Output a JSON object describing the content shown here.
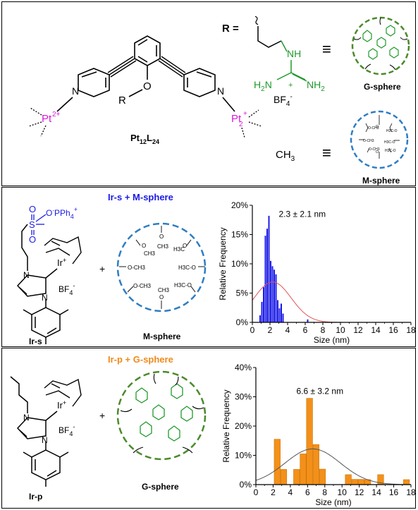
{
  "panel_a": {
    "r_label": "R =",
    "pt_label": "Pt",
    "pt_charge": "2+",
    "pt2_label": "Pt",
    "pt2_sub": "2",
    "pt2_charge": "+",
    "o_label": "O",
    "r_group": "R",
    "n_label": "N",
    "complex_name_main": "Pt",
    "complex_sub1": "12",
    "complex_mid": "L",
    "complex_sub2": "24",
    "guan_nh": "NH",
    "guan_h2n": "H",
    "guan_h2n_sub": "2",
    "guan_n": "N",
    "guan_plus": "+",
    "guan_nh2": "NH",
    "guan_nh2_sub": "2",
    "bf4": "BF",
    "bf4_sub": "4",
    "bf4_sup": "-",
    "equiv": "≡",
    "g_sphere": "G-sphere",
    "ch3": "CH",
    "ch3_sub": "3",
    "m_sphere": "M-sphere"
  },
  "panel_b": {
    "title": "Ir-s + M-sphere",
    "sulfonate": "O",
    "sulfonate_s": "S",
    "sulfonate_o2": "O",
    "sulfonate_o3": "O",
    "pph4": "PPh",
    "pph4_sub": "4",
    "pph4_sup": "+",
    "ir_label": "Ir",
    "ir_sup": "+",
    "bf4": "BF",
    "bf4_sub": "4",
    "bf4_sup": "-",
    "n_label": "N",
    "plus": "+",
    "compound": "Ir-s",
    "sphere": "M-sphere"
  },
  "panel_c": {
    "title": "Ir-p + G-sphere",
    "ir_label": "Ir",
    "ir_sup": "+",
    "bf4": "BF",
    "bf4_sub": "4",
    "bf4_sup": "-",
    "n_label": "N",
    "plus": "+",
    "compound": "Ir-p",
    "sphere": "G-sphere"
  },
  "colors": {
    "blue_dash": "#2e7dc4",
    "green_dash": "#4a8a2a",
    "blue_bar": "#1a1ae6",
    "orange_bar": "#f39019",
    "fit_red": "#e05555",
    "fit_grey": "#555555"
  },
  "chart_data": [
    {
      "type": "bar",
      "title": "",
      "annotation": "2.3  ± 2.1 nm",
      "xlabel": "Size (nm)",
      "ylabel": "Relative Frequency",
      "xlim": [
        0,
        18
      ],
      "ylim": [
        0,
        20
      ],
      "xticks": [
        "0",
        "2",
        "4",
        "6",
        "8",
        "10",
        "12",
        "14",
        "16",
        "18"
      ],
      "yticks": [
        "0%",
        "5%",
        "10%",
        "15%",
        "20%"
      ],
      "bin_width": 0.2,
      "x": [
        0.9,
        1.1,
        1.3,
        1.5,
        1.7,
        1.9,
        2.1,
        2.3,
        2.5,
        2.7,
        2.9,
        3.1,
        3.3,
        3.5,
        6.3
      ],
      "values": [
        1.2,
        3.5,
        6.0,
        14.8,
        16.0,
        18.2,
        10.5,
        9.6,
        9.0,
        8.2,
        3.8,
        2.4,
        3.2,
        1.5,
        0.5
      ],
      "fit": {
        "type": "gaussian",
        "mean": 2.3,
        "sd": 2.1,
        "peak": 6.9
      }
    },
    {
      "type": "bar",
      "title": "",
      "annotation": "6.6 ± 3.2 nm",
      "xlabel": "Size (nm)",
      "ylabel": "Relative Frequency",
      "xlim": [
        0,
        18
      ],
      "ylim": [
        0,
        40
      ],
      "xticks": [
        "0",
        "2",
        "4",
        "6",
        "8",
        "10",
        "12",
        "14",
        "16",
        "18"
      ],
      "yticks": [
        "0%",
        "10%",
        "20%",
        "30%",
        "40%"
      ],
      "bin_width": 0.75,
      "x": [
        2.5,
        3.25,
        4.75,
        5.5,
        6.25,
        7.0,
        7.75,
        10.75,
        11.5,
        12.25,
        13.0,
        14.5,
        17.5
      ],
      "values": [
        15.5,
        5.2,
        5.2,
        10.5,
        29.5,
        13.7,
        5.3,
        3.4,
        1.8,
        1.8,
        1.7,
        3.4,
        1.7
      ],
      "fit": {
        "type": "gaussian",
        "mean": 6.6,
        "sd": 3.2,
        "peak": 12.2
      }
    }
  ]
}
